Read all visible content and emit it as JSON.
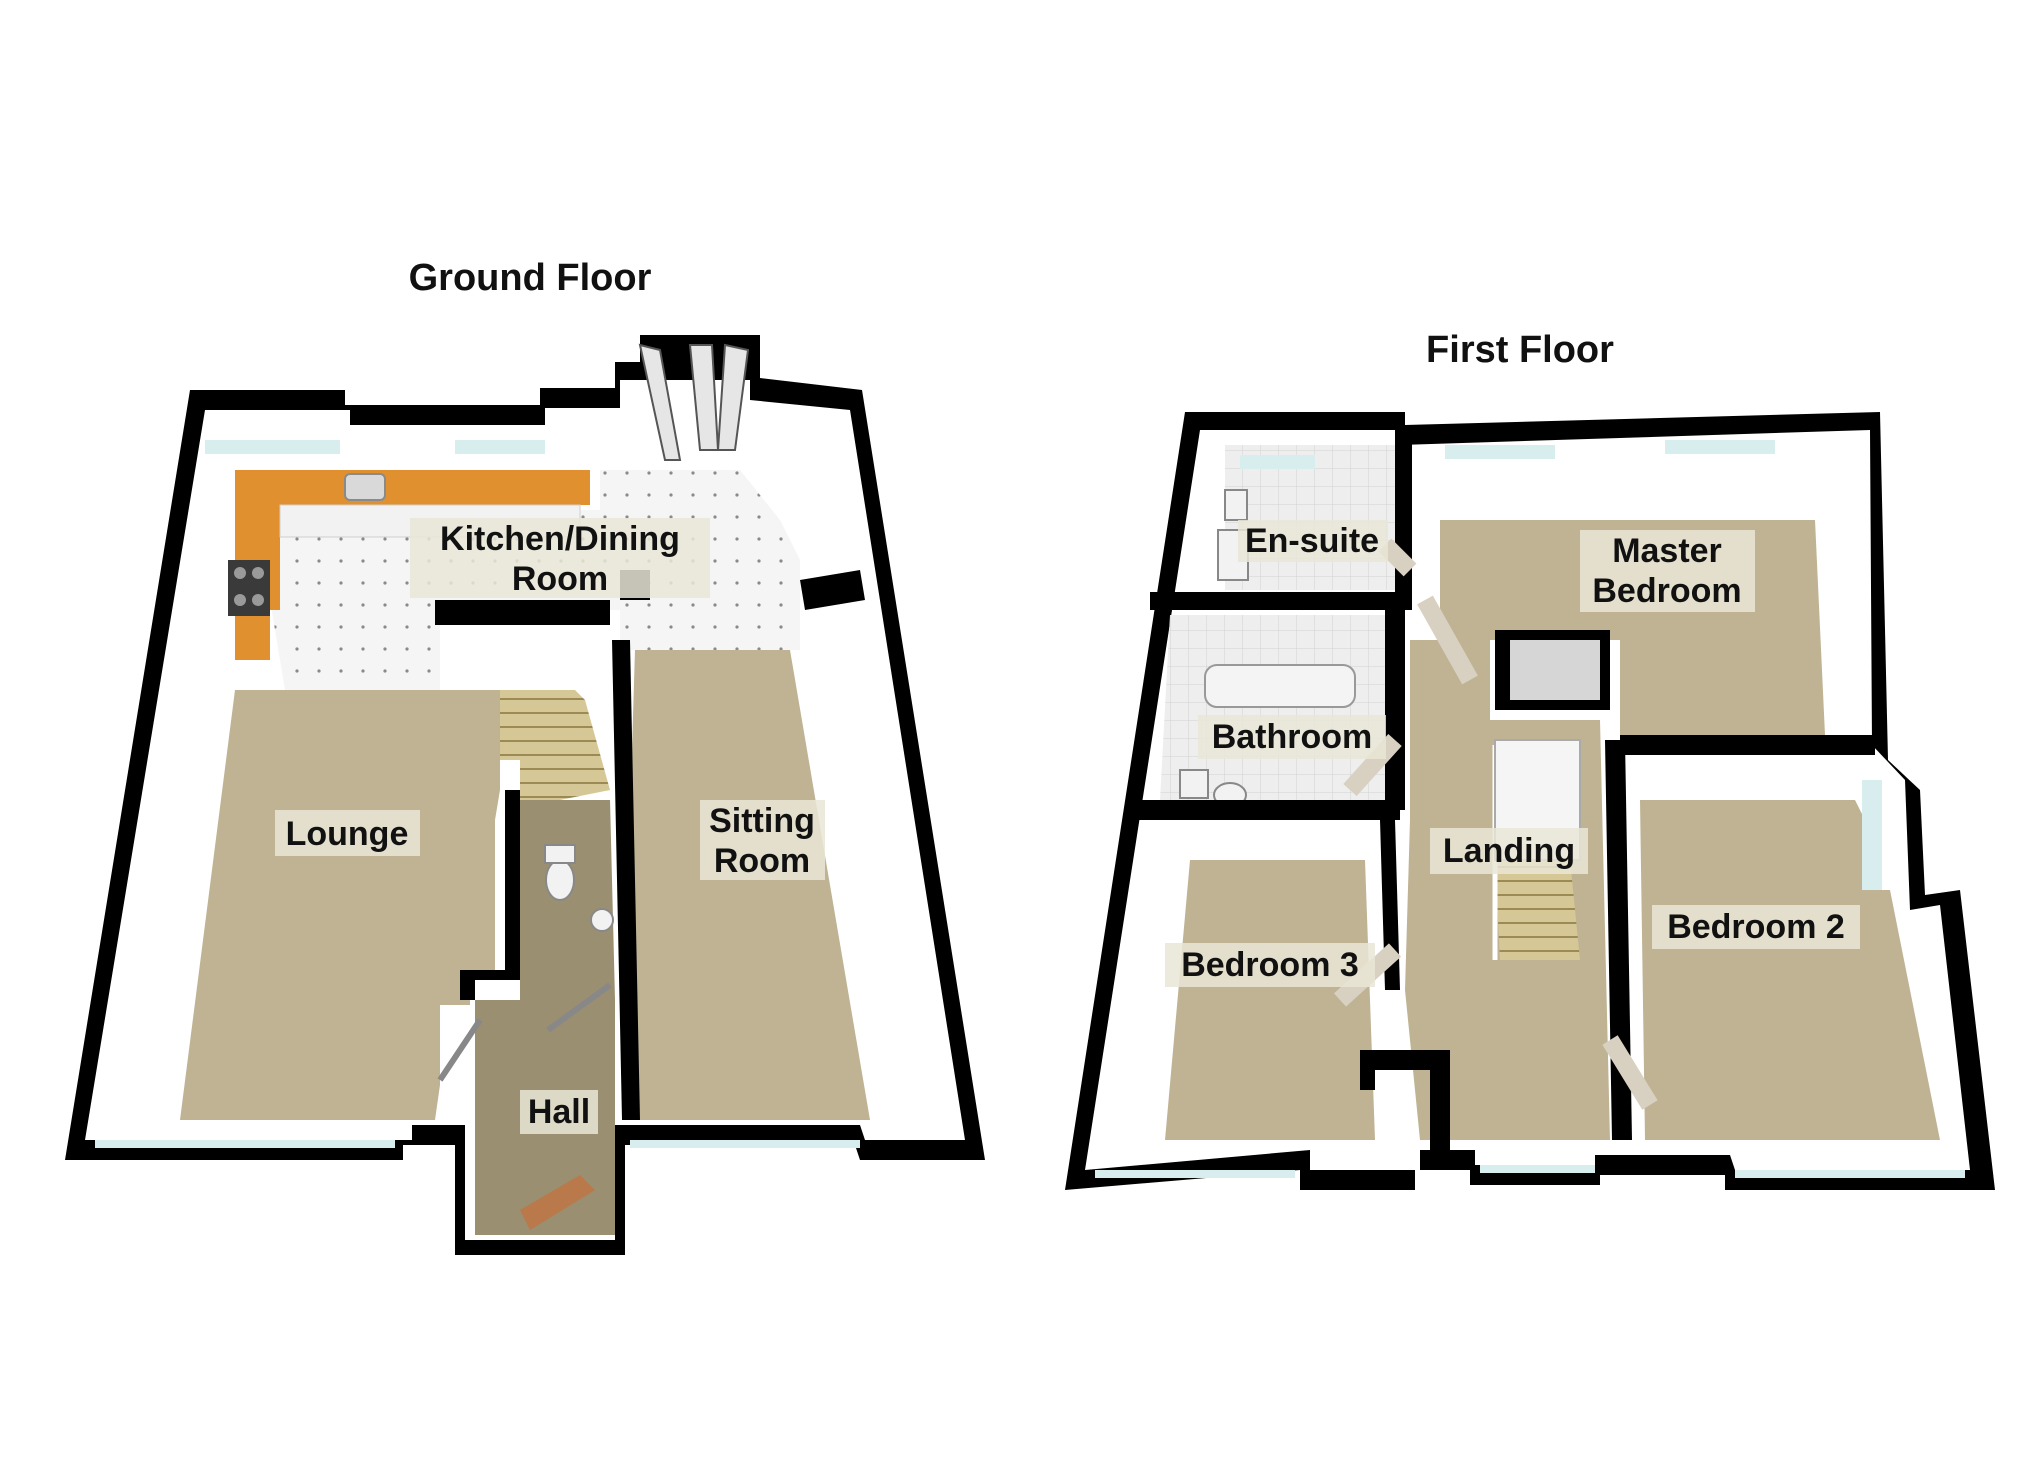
{
  "colors": {
    "wall": "#000000",
    "wall_inner": "#ffffff",
    "carpet": "#bfb394",
    "tile": "#f4f4f4",
    "worktop": "#e0902e",
    "window": "#d8eeee",
    "door": "#b9794a",
    "stairs": "#cfbf8c"
  },
  "ground_floor": {
    "title": "Ground Floor",
    "rooms": {
      "kitchen_line1": "Kitchen/Dining",
      "kitchen_line2": "Room",
      "lounge": "Lounge",
      "sitting_line1": "Sitting",
      "sitting_line2": "Room",
      "hall": "Hall"
    }
  },
  "first_floor": {
    "title": "First Floor",
    "rooms": {
      "ensuite": "En-suite",
      "master_line1": "Master",
      "master_line2": "Bedroom",
      "bathroom": "Bathroom",
      "landing": "Landing",
      "bedroom2": "Bedroom 2",
      "bedroom3": "Bedroom 3"
    }
  }
}
